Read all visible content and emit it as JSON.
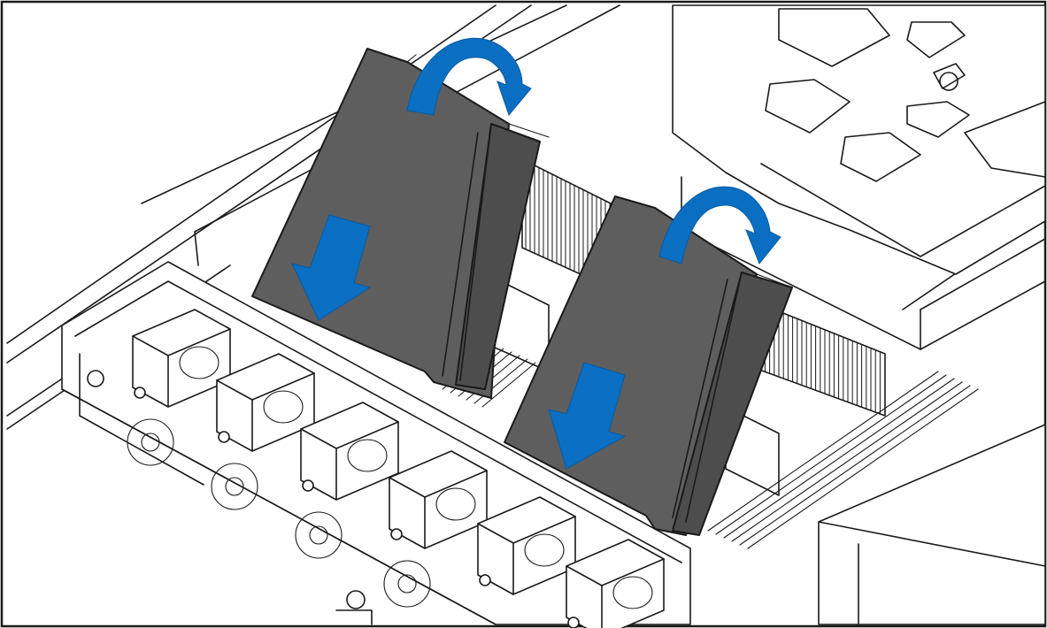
{
  "figure": {
    "colors": {
      "line": "#1a1a1a",
      "background": "#ffffff",
      "shroud": "#5e5e5e",
      "shroud_shade": "#4d4d4d",
      "arrow": "#0a6fc2"
    },
    "components": [
      "server-chassis",
      "fan-cage",
      "cooling-fans",
      "processor-heatsinks",
      "memory-modules",
      "air-shroud-left",
      "air-shroud-right",
      "rotate-arrow-icon",
      "down-arrow-icon"
    ]
  }
}
